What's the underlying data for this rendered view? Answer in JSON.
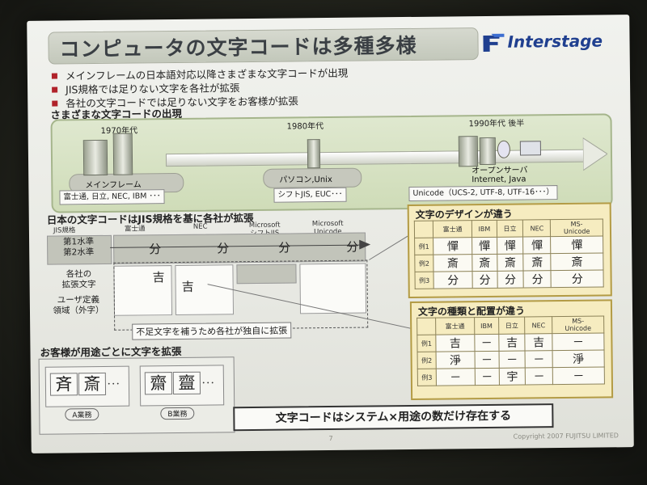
{
  "slide": {
    "title": "コンピュータの文字コードは多種多様",
    "logo": "Interstage",
    "bullets": [
      "メインフレームの日本語対応以降さまざまな文字コードが出現",
      "JIS規格では足りない文字を各社が拡張",
      "各社の文字コードでは足りない文字をお客様が拡張"
    ],
    "emergence": {
      "heading": "さまざまな文字コードの出現",
      "eras": [
        {
          "year": "1970年代",
          "device": "メインフレーム",
          "codes": "富士通, 日立, NEC, IBM ･･･"
        },
        {
          "year": "1980年代",
          "device": "パソコン,Unix",
          "codes": "シフトJIS, EUC･･･"
        },
        {
          "year": "1990年代 後半",
          "device": "オープンサーバ\nInternet, Java",
          "codes": "Unicode（UCS-2, UTF-8, UTF-16･･･）"
        }
      ]
    },
    "vendor": {
      "heading": "日本の文字コードはJIS規格を基に各社が拡張",
      "columns": [
        "JIS規格",
        "富士通",
        "NEC",
        "Microsoft\nシフトJIS",
        "Microsoft\nUnicode"
      ],
      "rows": [
        "第1水準\n第2水準",
        "各社の\n拡張文字",
        "ユーザ定義\n領域（外字）"
      ],
      "bun": "分",
      "kichi": "吉",
      "callout": "不足文字を補うため各社が独自に拡張"
    },
    "design_panel": {
      "heading": "文字のデザインが違う",
      "cols": [
        "富士通",
        "IBM",
        "日立",
        "NEC",
        "MS-\nUnicode"
      ],
      "rows": [
        {
          "label": "例1",
          "cells": [
            "憚",
            "憚",
            "憚",
            "憚",
            "憚"
          ]
        },
        {
          "label": "例2",
          "cells": [
            "斎",
            "斎",
            "斎",
            "斎",
            "斎"
          ]
        },
        {
          "label": "例3",
          "cells": [
            "分",
            "分",
            "分",
            "分",
            "分"
          ]
        }
      ]
    },
    "type_panel": {
      "heading": "文字の種類と配置が違う",
      "cols": [
        "富士通",
        "IBM",
        "日立",
        "NEC",
        "MS-\nUnicode"
      ],
      "rows": [
        {
          "label": "例1",
          "cells": [
            "吉",
            "－",
            "吉",
            "吉",
            "－"
          ]
        },
        {
          "label": "例2",
          "cells": [
            "淨",
            "－",
            "－",
            "－",
            "淨"
          ]
        },
        {
          "label": "例3",
          "cells": [
            "－",
            "－",
            "宇",
            "－",
            "－"
          ]
        }
      ]
    },
    "customer": {
      "heading": "お客様が用途ごとに文字を拡張",
      "group_a": {
        "chars": [
          "斉",
          "斎"
        ],
        "ellipsis": "･･･",
        "label": "A業務"
      },
      "group_b": {
        "chars": [
          "齋",
          "齍"
        ],
        "ellipsis": "･･･",
        "label": "B業務"
      }
    },
    "summary": "文字コードはシステム×用途の数だけ存在する",
    "page_number": "7",
    "copyright": "Copyright 2007 FUJITSU LIMITED"
  },
  "colors": {
    "accent_red": "#b0222a",
    "logo_blue": "#1f3f8f",
    "era_green": "#cfdcb8",
    "panel_yellow": "#f6ecc0"
  }
}
